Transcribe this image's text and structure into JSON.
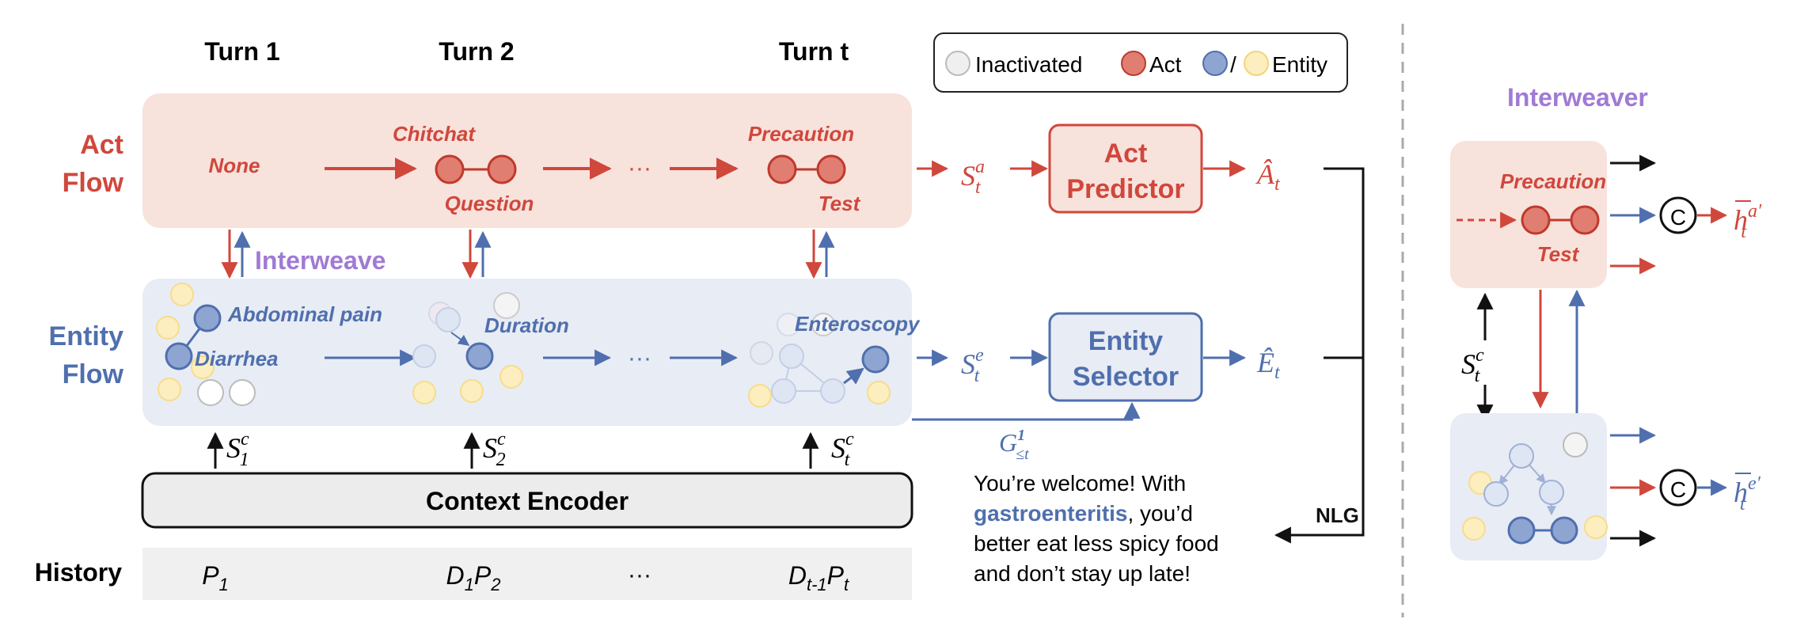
{
  "turns": {
    "turn1": "Turn 1",
    "turn2": "Turn 2",
    "turnt": "Turn t"
  },
  "legend": {
    "inactivated": "Inactivated",
    "act": "Act",
    "slash": "/",
    "entity": "Entity"
  },
  "act_flow": {
    "label_line1": "Act",
    "label_line2": "Flow",
    "none": "None",
    "chitchat": "Chitchat",
    "question": "Question",
    "precaution": "Precaution",
    "test": "Test",
    "ellipsis": "···"
  },
  "interweave": "Interweave",
  "entity_flow": {
    "label_line1": "Entity",
    "label_line2": "Flow",
    "abdominal_pain": "Abdominal pain",
    "diarrhea": "Diarrhea",
    "duration": "Duration",
    "enteroscopy": "Enteroscopy",
    "ellipsis": "···"
  },
  "states": {
    "s_a": "S",
    "s_a_sup": "a",
    "s_a_sub": "t",
    "s_e": "S",
    "s_e_sup": "e",
    "s_e_sub": "t",
    "s1c": "S",
    "s1c_sup": "c",
    "s1c_sub": "1",
    "s2c": "S",
    "s2c_sup": "c",
    "s2c_sub": "2",
    "stc": "S",
    "stc_sup": "c",
    "stc_sub": "t",
    "g": "G",
    "g_sup": "1",
    "g_sub": "≤t"
  },
  "modules": {
    "act_predictor_line1": "Act",
    "act_predictor_line2": "Predictor",
    "entity_selector_line1": "Entity",
    "entity_selector_line2": "Selector",
    "context_encoder": "Context Encoder"
  },
  "outputs": {
    "a_hat": "Â",
    "a_sub": "t",
    "e_hat": "Ê",
    "e_sub": "t",
    "nlg": "NLG"
  },
  "response": {
    "line1": "You’re welcome! With",
    "line2_bold": "gastroenteritis",
    "line2_rest": ", you’d",
    "line3": "better eat less spicy food",
    "line4": "and don’t stay up late!"
  },
  "history": {
    "label": "History",
    "p1": "P",
    "p1_sub": "1",
    "d1p2_d": "D",
    "d1p2_dsub": "1",
    "d1p2_p": "P",
    "d1p2_psub": "2",
    "ellipsis": "···",
    "dt_d": "D",
    "dt_dsub": "t-1",
    "dt_p": "P",
    "dt_psub": "t"
  },
  "interweaver": {
    "title": "Interweaver",
    "precaution": "Precaution",
    "test": "Test",
    "s_tc": "S",
    "s_tc_sup": "c",
    "s_tc_sub": "t",
    "concat": "C",
    "h_a": "h",
    "h_a_sup": "a′",
    "h_a_sub": "t",
    "h_e": "h",
    "h_e_sup": "e′",
    "h_e_sub": "t"
  },
  "colors": {
    "act": "#d0473c",
    "entity": "#4f6fae",
    "interweave": "#a07ad4",
    "act_bg": "#f8e2dc",
    "entity_bg": "#e8ecf4",
    "node_red": "#e07e72",
    "node_blue": "#8ea5d2",
    "node_yellow": "#fdeec0",
    "node_gray": "#efefef"
  }
}
